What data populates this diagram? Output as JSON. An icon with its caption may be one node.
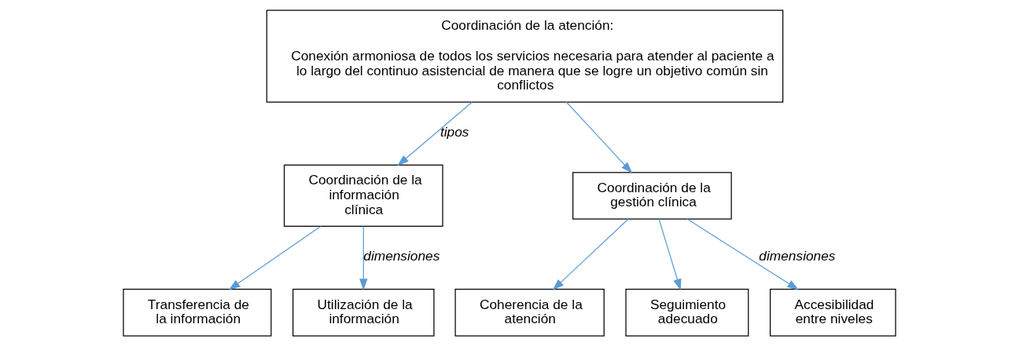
{
  "diagram": {
    "nodes": [
      {
        "text": [
          "Coordinación de la atención:",
          "Conexión armoniosa de todos los servicios necesaria para atender al paciente a lo largo del continuo asistencial de manera que se logre un objetivo común sin conflictos"
        ]
      },
      {
        "text": [
          "Coordinación de la información clínica"
        ]
      },
      {
        "text": [
          "Coordinación de la gestión clínica"
        ]
      },
      {
        "text": [
          "Transferencia de la información"
        ]
      },
      {
        "text": [
          "Utilización de la información"
        ]
      },
      {
        "text": [
          "Coherencia de la atención"
        ]
      },
      {
        "text": [
          "Seguimiento adecuado"
        ]
      },
      {
        "text": [
          "Accesibilidad entre niveles"
        ]
      }
    ],
    "edges": [
      {
        "from": 0,
        "to": 1,
        "arrow": "to",
        "label": "tipos"
      },
      {
        "from": 0,
        "to": 2,
        "arrow": "to"
      },
      {
        "from": 1,
        "to": 3,
        "arrow": "to"
      },
      {
        "from": 1,
        "to": 4,
        "arrow": "to",
        "label": "dimensiones"
      },
      {
        "from": 2,
        "to": 5,
        "arrow": "to"
      },
      {
        "from": 2,
        "to": 6,
        "arrow": "to"
      },
      {
        "from": 2,
        "to": 7,
        "arrow": "to",
        "label": "dimensiones"
      }
    ]
  }
}
